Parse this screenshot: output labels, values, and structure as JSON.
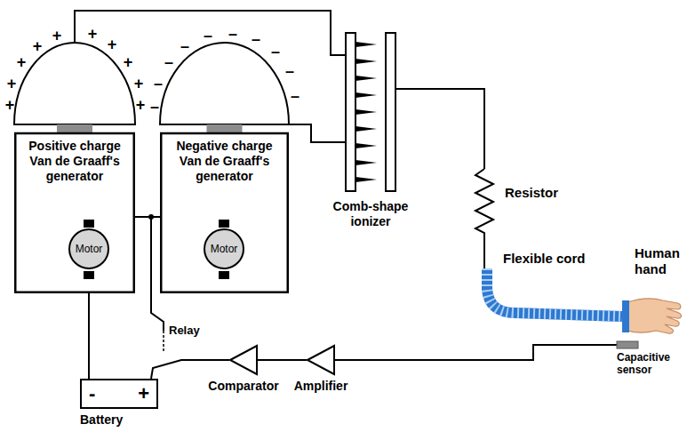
{
  "diagram": {
    "nodes": [
      {
        "text": [
          "Positive charge Van de Graaff's generator"
        ]
      },
      {
        "text": [
          "Motor"
        ],
        "in": 0
      },
      {
        "text": [
          "Negative charge Van de Graaff's generator"
        ]
      },
      {
        "text": [
          "Motor"
        ],
        "in": 2
      },
      {
        "text": [
          "Comb-shape ionizer"
        ]
      },
      {
        "text": [
          "-",
          "+",
          "Battery"
        ]
      },
      {
        "text": [
          "Comparator"
        ]
      },
      {
        "text": [
          "Amplifier"
        ]
      },
      {
        "text": [
          "Capacitive sensor"
        ]
      }
    ],
    "edges": [
      {
        "from": 0,
        "to": 4,
        "arrow": "none"
      },
      {
        "from": 2,
        "to": 4,
        "arrow": "none"
      },
      {
        "from": 1,
        "to": 3,
        "arrow": "none"
      },
      {
        "from": 5,
        "to": 1,
        "arrow": "none"
      },
      {
        "from": 6,
        "to": 5,
        "arrow": "none"
      },
      {
        "from": 7,
        "to": 6,
        "arrow": "none"
      },
      {
        "from": 8,
        "to": 7,
        "arrow": "none"
      }
    ],
    "labels": [
      "+",
      "+",
      "+",
      "+",
      "+",
      "+",
      "+",
      "+",
      "+",
      "+",
      "–",
      "–",
      "–",
      "–",
      "–",
      "–",
      "–",
      "–",
      "–",
      "–",
      "Resistor",
      "Flexible cord",
      "Relay",
      "Human hand"
    ]
  }
}
